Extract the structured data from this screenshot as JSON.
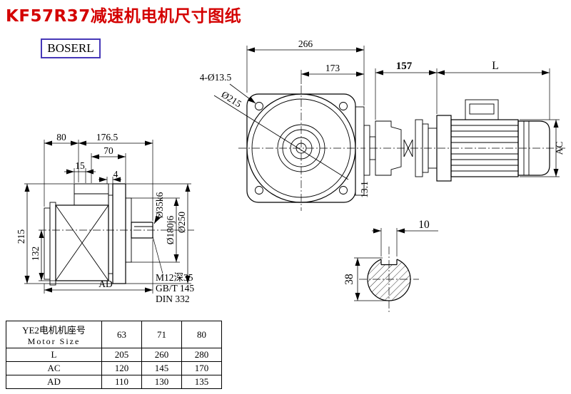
{
  "title": "KF57R37减速机电机尺寸图纸",
  "logo": "BOSERL",
  "colors": {
    "title-red": "#d40000",
    "logo-border": "#4638b8"
  },
  "side_view": {
    "d80": "80",
    "d176_5": "176.5",
    "d70": "70",
    "d15": "15",
    "d4": "4",
    "d215": "215",
    "d132": "132",
    "dAD": "AD",
    "shaft_dia": "Ø35k6",
    "spigot_dia": "Ø180j6",
    "flange_dia": "Ø250",
    "tap_note": "M12深35",
    "std_gbt": "GB/T 145",
    "std_din": "DIN 332"
  },
  "front_view": {
    "d266": "266",
    "d173": "173",
    "holes": "4-Ø13.5",
    "pitch_dia": "Ø215",
    "d13_1": "13.1"
  },
  "motor_view": {
    "d157": "157",
    "dL": "L",
    "dAC": "AC"
  },
  "shaft_section": {
    "d10": "10",
    "d38": "38"
  },
  "table": {
    "header_cn": "YE2电机机座号",
    "header_en": "Motor Size",
    "sizes": [
      "63",
      "71",
      "80"
    ],
    "rows": [
      {
        "label": "L",
        "values": [
          "205",
          "260",
          "280"
        ]
      },
      {
        "label": "AC",
        "values": [
          "120",
          "145",
          "170"
        ]
      },
      {
        "label": "AD",
        "values": [
          "110",
          "130",
          "135"
        ]
      }
    ]
  }
}
